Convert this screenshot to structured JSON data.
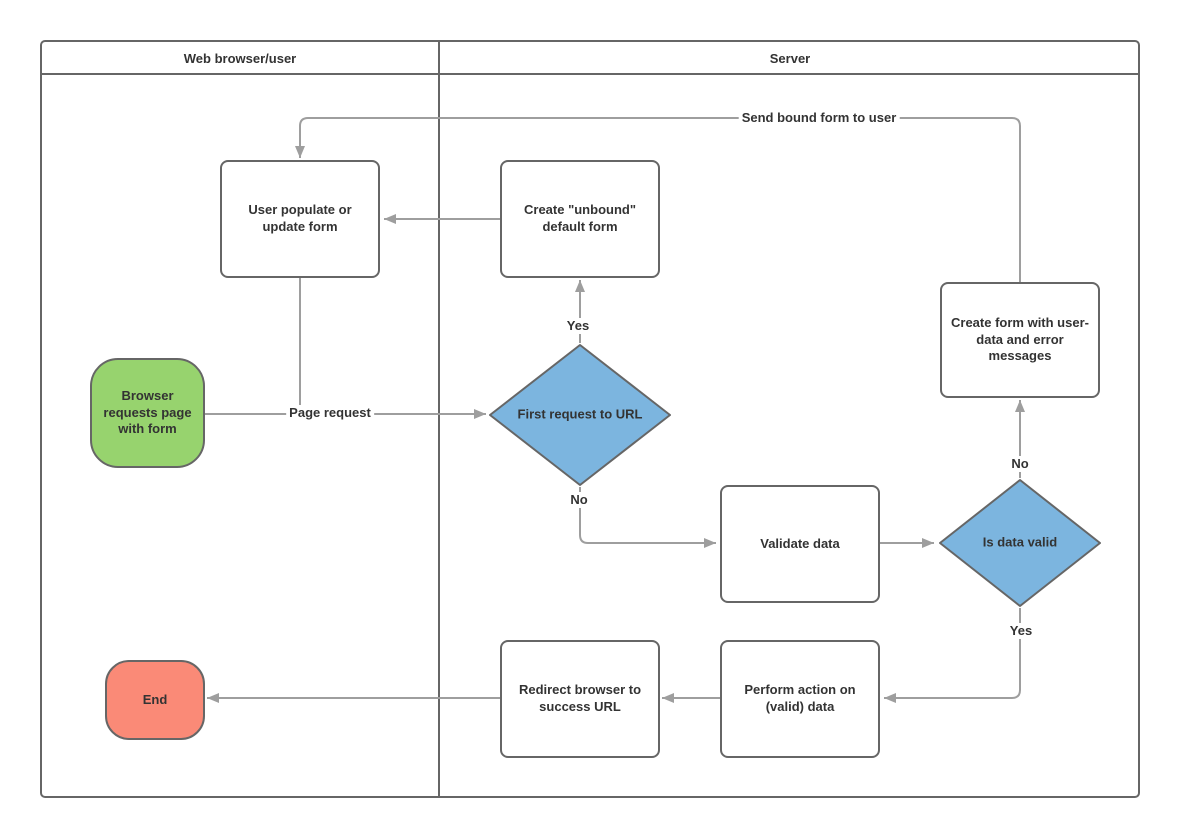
{
  "colors": {
    "node_border": "#666666",
    "line": "#9e9e9e",
    "text": "#333333",
    "green": "#97d36e",
    "blue": "#7cb5df",
    "red": "#fa8a77"
  },
  "lanes": [
    {
      "title": "Web browser/user"
    },
    {
      "title": "Server"
    }
  ],
  "nodes": {
    "browser_requests": {
      "label": "Browser requests page with form",
      "type": "terminator-start"
    },
    "user_populate": {
      "label": "User populate or update form",
      "type": "process"
    },
    "create_unbound": {
      "label": "Create \"unbound\" default form",
      "type": "process"
    },
    "first_request": {
      "label": "First request to URL",
      "type": "decision"
    },
    "validate_data": {
      "label": "Validate data",
      "type": "process"
    },
    "is_data_valid": {
      "label": "Is data valid",
      "type": "decision"
    },
    "create_form_errors": {
      "label": "Create form with user-data and error messages",
      "type": "process"
    },
    "perform_action": {
      "label": "Perform action on (valid) data",
      "type": "process"
    },
    "redirect_browser": {
      "label": "Redirect browser to success URL",
      "type": "process"
    },
    "end": {
      "label": "End",
      "type": "terminator-end"
    }
  },
  "edge_labels": {
    "page_request": "Page request",
    "send_bound": "Send bound form to user",
    "yes_first_request": "Yes",
    "no_first_request": "No",
    "no_data_valid": "No",
    "yes_data_valid": "Yes"
  }
}
